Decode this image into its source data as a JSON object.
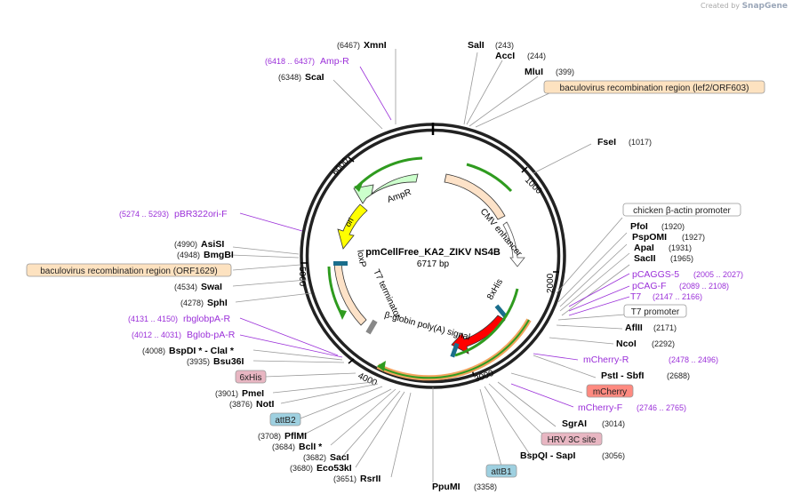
{
  "credit": {
    "prefix": "Created by",
    "brand": "SnapGene"
  },
  "plasmid": {
    "name": "pmCellFree_KA2_ZIKV NS4B",
    "length": "6717 bp"
  },
  "ticks": [
    "1000",
    "2000",
    "3000",
    "4000",
    "5000",
    "6000"
  ],
  "sites_right": [
    {
      "name": "SalI",
      "pos": "(243)"
    },
    {
      "name": "AccI",
      "pos": "(244)"
    },
    {
      "name": "MluI",
      "pos": "(399)"
    },
    {
      "name": "FseI",
      "pos": "(1017)"
    },
    {
      "name": "PfoI",
      "pos": "(1920)"
    },
    {
      "name": "PspOMI",
      "pos": "(1927)"
    },
    {
      "name": "ApaI",
      "pos": "(1931)"
    },
    {
      "name": "SacII",
      "pos": "(1965)"
    },
    {
      "name": "AflII",
      "pos": "(2171)"
    },
    {
      "name": "NcoI",
      "pos": "(2292)"
    },
    {
      "name": "PstI  - SbfI",
      "pos": "(2688)"
    },
    {
      "name": "SgrAI",
      "pos": "(3014)"
    },
    {
      "name": "BspQI  - SapI",
      "pos": "(3056)"
    },
    {
      "name": "PpuMI",
      "pos": "(3358)"
    }
  ],
  "sites_left": [
    {
      "name": "XmnI",
      "pos": "(6467)"
    },
    {
      "name": "ScaI",
      "pos": "(6348)"
    },
    {
      "name": "AsiSI",
      "pos": "(4990)"
    },
    {
      "name": "BmgBI",
      "pos": "(4948)"
    },
    {
      "name": "SwaI",
      "pos": "(4534)"
    },
    {
      "name": "SphI",
      "pos": "(4278)"
    },
    {
      "name": "BspDI *  - ClaI *",
      "pos": "(4008)"
    },
    {
      "name": "Bsu36I",
      "pos": "(3935)"
    },
    {
      "name": "PmeI",
      "pos": "(3901)"
    },
    {
      "name": "NotI",
      "pos": "(3876)"
    },
    {
      "name": "PflMI",
      "pos": "(3708)"
    },
    {
      "name": "BclI *",
      "pos": "(3684)"
    },
    {
      "name": "SacI",
      "pos": "(3682)"
    },
    {
      "name": "Eco53kI",
      "pos": "(3680)"
    },
    {
      "name": "RsrII",
      "pos": "(3651)"
    }
  ],
  "primers": [
    {
      "name": "Amp-R",
      "pos": "(6418 .. 6437)"
    },
    {
      "name": "pBR322ori-F",
      "pos": "(5274 .. 5293)"
    },
    {
      "name": "rbglobpA-R",
      "pos": "(4131 .. 4150)"
    },
    {
      "name": "Bglob-pA-R",
      "pos": "(4012 .. 4031)"
    },
    {
      "name": "pCAGGS-5",
      "pos": "(2005 .. 2027)"
    },
    {
      "name": "pCAG-F",
      "pos": "(2089 .. 2108)"
    },
    {
      "name": "T7",
      "pos": "(2147 .. 2166)"
    },
    {
      "name": "mCherry-R",
      "pos": "(2478 .. 2496)"
    },
    {
      "name": "mCherry-F",
      "pos": "(2746 .. 2765)"
    }
  ],
  "boxed_features": [
    {
      "name": "baculovirus recombination region (lef2/ORF603)"
    },
    {
      "name": "chicken β-actin promoter"
    },
    {
      "name": "T7 promoter"
    },
    {
      "name": "mCherry"
    },
    {
      "name": "HRV 3C site"
    },
    {
      "name": "attB1"
    },
    {
      "name": "baculovirus recombination region (ORF1629)"
    },
    {
      "name": "6xHis"
    },
    {
      "name": "attB2"
    }
  ],
  "inner_features": [
    "AmpR",
    "ori",
    "CMV enhancer",
    "8xHis",
    "loxP",
    "T7 terminator",
    "β-globin poly(A) signal"
  ],
  "colors": {
    "amp": "#ccffcc",
    "ori": "#ffff00",
    "cmv": "#fde2c8",
    "mcherry": "#ff0000",
    "primer": "#9b30d9",
    "baculo": "#fde2c0",
    "his": "#e8b6c2",
    "att": "#9ed0e0",
    "orf": "#2f9b1f"
  }
}
